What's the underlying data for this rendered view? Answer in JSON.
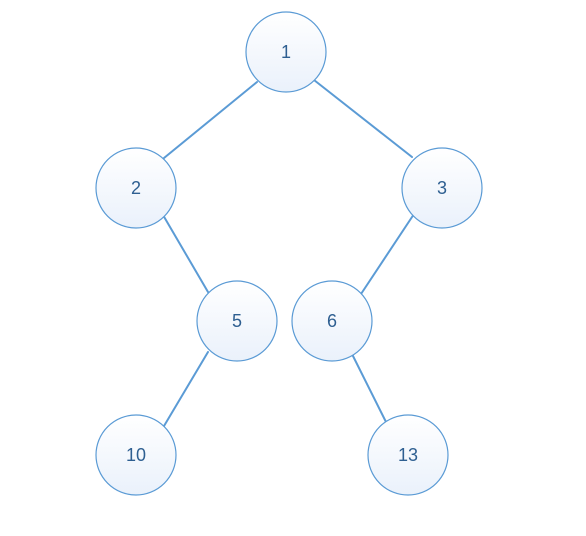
{
  "tree": {
    "nodes": [
      {
        "id": "n1",
        "label": "1"
      },
      {
        "id": "n2",
        "label": "2"
      },
      {
        "id": "n3",
        "label": "3"
      },
      {
        "id": "n5",
        "label": "5"
      },
      {
        "id": "n6",
        "label": "6"
      },
      {
        "id": "n10",
        "label": "10"
      },
      {
        "id": "n13",
        "label": "13"
      }
    ],
    "edges": [
      {
        "from": "1",
        "to": "2"
      },
      {
        "from": "1",
        "to": "3"
      },
      {
        "from": "2",
        "to": "5"
      },
      {
        "from": "3",
        "to": "6"
      },
      {
        "from": "5",
        "to": "10"
      },
      {
        "from": "6",
        "to": "13"
      }
    ],
    "colors": {
      "node_fill_top": "#ffffff",
      "node_fill_bottom": "#eaf1fb",
      "node_border": "#5b9bd5",
      "edge": "#5b9bd5",
      "label": "#2e5f91"
    }
  }
}
